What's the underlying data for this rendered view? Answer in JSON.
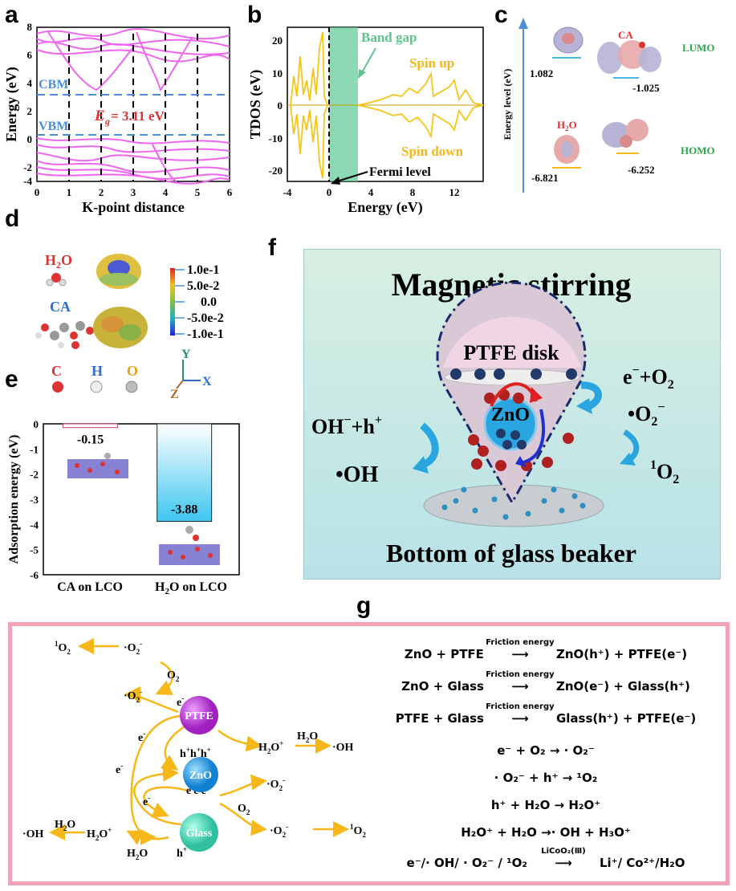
{
  "panels": {
    "a": "a",
    "b": "b",
    "c": "c",
    "d": "d",
    "e": "e",
    "f": "f",
    "g": "g"
  },
  "panel_a": {
    "ylabel": "Energy (eV)",
    "xlabel": "K-point distance",
    "yticks": [
      "8",
      "6",
      "4",
      "2",
      "0",
      "-2",
      "-4"
    ],
    "xticks": [
      "0",
      "1",
      "2",
      "3",
      "4",
      "5",
      "6"
    ],
    "cbm": "CBM",
    "vbm": "VBM",
    "gap_label": "E",
    "gap_sub": "g",
    "gap_value": " = 3.11 eV",
    "colors": {
      "bands": "#ee66ee",
      "dashed_level": "#4a90d9",
      "gap": "#e23030"
    }
  },
  "panel_b": {
    "ylabel": "TDOS (eV)",
    "xlabel": "Energy (eV)",
    "yticks": [
      "20",
      "10",
      "0",
      "-10",
      "-20"
    ],
    "xticks": [
      "-4",
      "0",
      "4",
      "8",
      "12"
    ],
    "band_gap": "Band gap",
    "spin_up": "Spin up",
    "spin_down": "Spin down",
    "fermi": "Fermi level",
    "colors": {
      "dos": "#f5c518",
      "gap_fill": "#66cc99"
    }
  },
  "panel_c": {
    "ylabel": "Energy level (eV)",
    "ca": "CA",
    "h2o": "H",
    "h2o_sub": "2",
    "h2o_end": "O",
    "lumo": "LUMO",
    "homo": "HOMO",
    "h2o_lumo": "1.082",
    "ca_lumo": "-1.025",
    "h2o_homo": "-6.821",
    "ca_homo": "-6.252"
  },
  "panel_d": {
    "h2o": "H",
    "h2o_sub": "2",
    "h2o_end": "O",
    "ca": "CA",
    "scale": [
      "1.0e-1",
      "5.0e-2",
      "0.0",
      "-5.0e-2",
      "-1.0e-1"
    ],
    "atoms": [
      "C",
      "H",
      "O"
    ],
    "axes": {
      "y": "Y",
      "x": "X",
      "z": "Z"
    }
  },
  "panel_e": {
    "ylabel": "Adsorption energy (eV)",
    "yticks": [
      "0",
      "-1",
      "-2",
      "-3",
      "-4",
      "-5",
      "-6"
    ],
    "chart_data": {
      "type": "bar",
      "categories": [
        "CA on LCO",
        "H2O on LCO"
      ],
      "values": [
        -0.15,
        -3.88
      ],
      "ylim": [
        -6,
        0
      ],
      "ylabel": "Adsorption energy (eV)"
    },
    "cat1": "CA on LCO",
    "cat2_pre": "H",
    "cat2_sub": "2",
    "cat2_end": "O on LCO",
    "val1": "-0.15",
    "val2": "-3.88"
  },
  "panel_f": {
    "title": "Magnetic stirring",
    "ptfe": "PTFE disk",
    "zno": "ZnO",
    "bottom": "Bottom of glass beaker",
    "left_top": "OH",
    "left_top2": "+h",
    "left_bottom": "•OH",
    "right_top": "e",
    "right_top2": "+O",
    "right_mid": "•O",
    "right_bottom": "O",
    "singlet": "1"
  },
  "panel_g": {
    "ptfe": "PTFE",
    "zno": "ZnO",
    "glass": "Glass",
    "o2_1": "1",
    "o2": "O",
    "superoxide": "·O",
    "h2o": "H",
    "h2o_sub": "2",
    "h2o_end": "O",
    "h3o": "H",
    "oh": "·OH",
    "e": "e",
    "h": "h",
    "friction": "Friction energy",
    "licoo2": "LiCoO",
    "eq1_left": "ZnO + PTFE",
    "eq1_right": "ZnO(h⁺) +  PTFE(e⁻)",
    "eq2_left": "ZnO + Glass",
    "eq2_right": "ZnO(e⁻) +  Glass(h⁺)",
    "eq3_left": "PTFE + Glass",
    "eq3_right": "Glass(h⁺) + PTFE(e⁻)",
    "eq4": "e⁻ + O₂ → · O₂⁻",
    "eq5": "· O₂⁻ + h⁺ → ¹O₂",
    "eq6": "h⁺ + H₂O → H₂O⁺",
    "eq7": "H₂O⁺ + H₂O →· OH + H₃O⁺",
    "eq8_left": "e⁻/· OH/ · O₂⁻ / ¹O₂",
    "eq8_label": "LiCoO₂(Ⅲ)",
    "eq8_right": "Li⁺/ Co²⁺/H₂O"
  }
}
